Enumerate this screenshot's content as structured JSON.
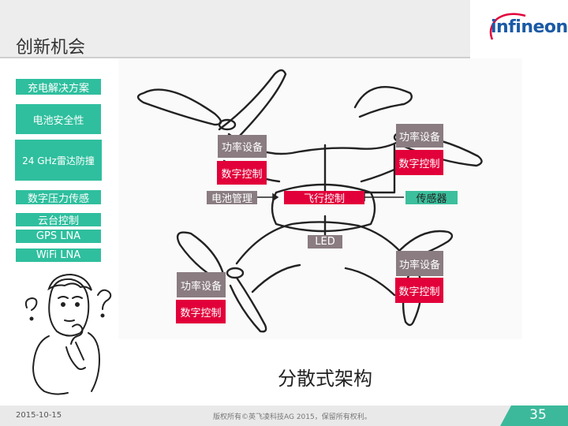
{
  "header": {
    "title": "创新机会",
    "logo_text": "infineon"
  },
  "sidebar": {
    "items": [
      {
        "label": "充电解决方案"
      },
      {
        "label": "电池安全性"
      },
      {
        "label": "24 GHz雷达防撞"
      },
      {
        "label": "数字压力传感"
      },
      {
        "label": "云台控制"
      },
      {
        "label": "GPS LNA"
      },
      {
        "label": "WiFi  LNA"
      }
    ]
  },
  "diagram": {
    "tl_power": "功率设备",
    "tl_digital": "数字控制",
    "tr_power": "功率设备",
    "tr_digital": "数字控制",
    "bl_power": "功率设备",
    "bl_digital": "数字控制",
    "br_power": "功率设备",
    "br_digital": "数字控制",
    "battery": "电池管理",
    "flight": "飞行控制",
    "sensor": "传感器",
    "led": "LED"
  },
  "caption": "分散式架构",
  "footer": {
    "date": "2015-10-15",
    "copyright": "版权所有©英飞凌科技AG 2015，保留所有权利。",
    "page": "35"
  },
  "colors": {
    "accent_green": "#2fbf9e",
    "accent_red": "#e2003a",
    "label_gray": "#8a7c80",
    "brand_blue": "#1a5aa6"
  }
}
